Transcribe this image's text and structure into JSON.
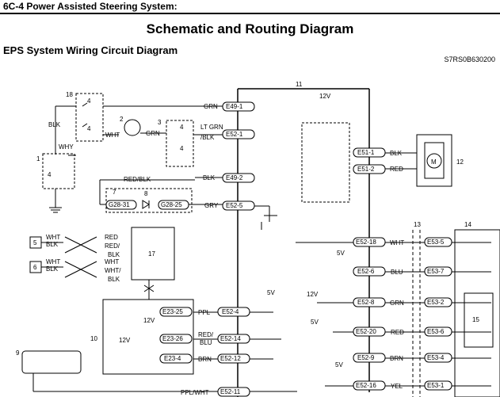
{
  "header": {
    "section": "6C-4  Power Assisted Steering System:"
  },
  "title": "Schematic and Routing Diagram",
  "subtitle": "EPS System Wiring Circuit Diagram",
  "code": "S7RS0B630200",
  "components": [
    {
      "id": "1"
    },
    {
      "id": "2"
    },
    {
      "id": "3"
    },
    {
      "id": "4a"
    },
    {
      "id": "4b"
    },
    {
      "id": "4c"
    },
    {
      "id": "4d"
    },
    {
      "id": "4e"
    },
    {
      "id": "5"
    },
    {
      "id": "6"
    },
    {
      "id": "7"
    },
    {
      "id": "8"
    },
    {
      "id": "9"
    },
    {
      "id": "10"
    },
    {
      "id": "11"
    },
    {
      "id": "12"
    },
    {
      "id": "13"
    },
    {
      "id": "14"
    },
    {
      "id": "15"
    },
    {
      "id": "17"
    },
    {
      "id": "18"
    }
  ],
  "numbers": {
    "n1": "1",
    "n2": "2",
    "n3": "3",
    "n4a": "4",
    "n4b": "4",
    "n4c": "4",
    "n4d": "4",
    "n4e": "4",
    "n5": "5",
    "n6": "6",
    "n7": "7",
    "n8": "8",
    "n9": "9",
    "n10": "10",
    "n11": "11",
    "n12": "12",
    "n13": "13",
    "n14": "14",
    "n15": "15",
    "n17": "17",
    "n18": "18"
  },
  "connectors": {
    "e49_1": "E49-1",
    "e52_1": "E52-1",
    "e49_2": "E49-2",
    "e52_5": "E52-5",
    "g28_31": "G28-31",
    "g28_25": "G28-25",
    "e51_1": "E51-1",
    "e51_2": "E51-2",
    "e52_18": "E52-18",
    "e52_6": "E52-6",
    "e52_8": "E52-8",
    "e52_20": "E52-20",
    "e52_9": "E52-9",
    "e52_16": "E52-16",
    "e53_5": "E53-5",
    "e53_7": "E53-7",
    "e53_2": "E53-2",
    "e53_6": "E53-6",
    "e53_4": "E53-4",
    "e53_1": "E53-1",
    "e23_25": "E23-25",
    "e23_26": "E23-26",
    "e23_4": "E23-4",
    "e52_4": "E52-4",
    "e52_14": "E52-14",
    "e52_12": "E52-12",
    "e52_11": "E52-11"
  },
  "wires": {
    "grn_top": "GRN",
    "blk_left": "BLK",
    "why": "WHY",
    "wht_sw": "WHT",
    "grn_sw": "GRN",
    "lt_grn": "LT GRN",
    "blk_slash": "/BLK",
    "red_blk": "RED/BLK",
    "blk_e49_2": "BLK",
    "gry": "GRY",
    "c5_wht": "WHT",
    "c5_blk": "BLK",
    "c5_red": "RED",
    "c5_red2": "RED/",
    "c5_blk2": "BLK",
    "c6_wht": "WHT",
    "c6_blk": "BLK",
    "c6_wht2": "WHT",
    "c6_wht3": "WHT/",
    "c6_blk2": "BLK",
    "motor_blk": "BLK",
    "motor_red": "RED",
    "wht_r": "WHT",
    "blu_r": "BLU",
    "grn_r": "GRN",
    "red_r": "RED",
    "brn_r": "BRN",
    "yel_r": "YEL",
    "ppl": "PPL",
    "red_slash": "RED/",
    "blu": "BLU",
    "brn": "BRN",
    "ppl_wht": "PPL/WHT"
  },
  "voltages": {
    "v12_top": "12V",
    "v5_a": "5V",
    "v12_b": "12V",
    "v12_c": "12V",
    "v5_b": "5V",
    "v12_d": "12V",
    "v5_c": "5V",
    "v5_d": "5V"
  },
  "motor_label": "M",
  "colors": {
    "line": "#000000",
    "background": "#ffffff"
  }
}
